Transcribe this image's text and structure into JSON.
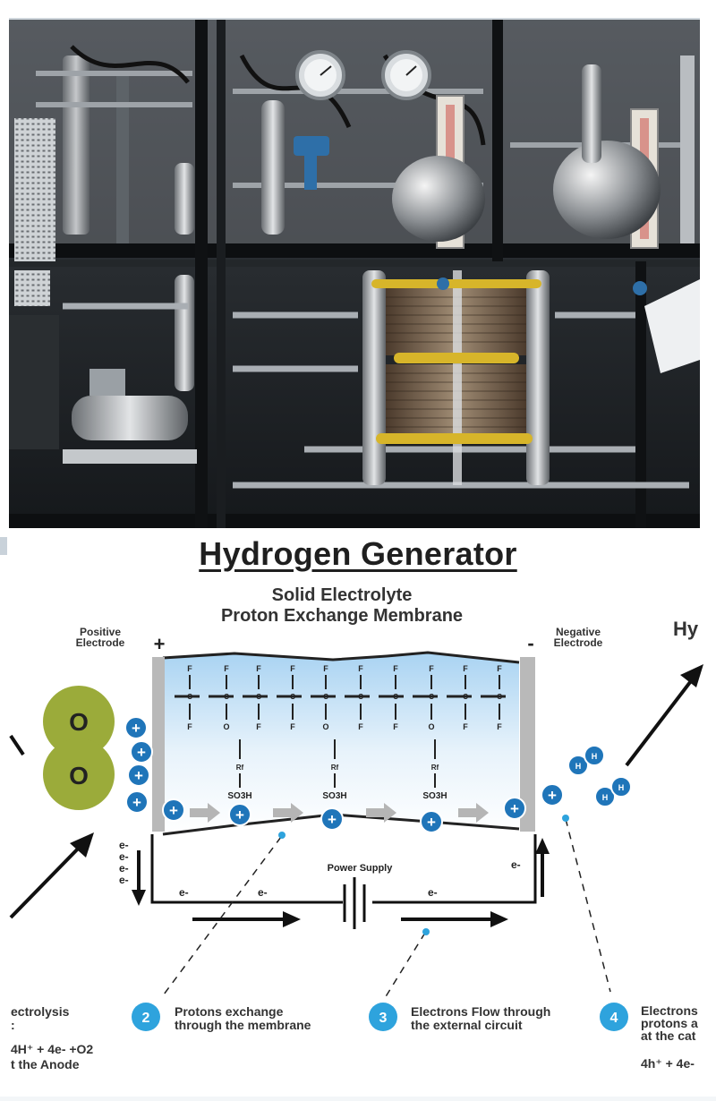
{
  "page": {
    "title": "Hydrogen Generator",
    "photo_alt": "Industrial hydrogen electrolyzer system with pressure gauges, piping and electrolyzer stacks"
  },
  "diagram": {
    "header_line1": "Solid Electrolyte",
    "header_line2": "Proton Exchange Membrane",
    "positive_label_1": "Positive",
    "positive_label_2": "Electrode",
    "plus_sign": "+",
    "negative_label_1": "Negative",
    "negative_label_2": "Electrode",
    "minus_sign": "-",
    "h2_partial": "Hy",
    "oxygen_atom": "O",
    "hydrogen_atom": "H",
    "ion_plus": "+",
    "fluorine": "F",
    "carbon": "C",
    "oxygen_small": "O",
    "rf": "Rf",
    "so3h": "SO3H",
    "power_supply": "Power Supply",
    "electron": "e-",
    "colors": {
      "accent_blue": "#1f75b9",
      "step_cyan": "#2ea3dd",
      "oxygen_green": "#9bab3a",
      "membrane_top": "#b8dbf5",
      "electrode_gray": "#b9b9b9"
    },
    "steps": [
      {
        "number": "",
        "line1": "ectrolysis",
        "line2": ":",
        "line3": "4H⁺ + 4e- +O2",
        "line4": "t the Anode"
      },
      {
        "number": "2",
        "line1": "Protons exchange",
        "line2": "through the membrane"
      },
      {
        "number": "3",
        "line1": "Electrons Flow through",
        "line2": "the external circuit"
      },
      {
        "number": "4",
        "line1": "Electrons",
        "line2": "protons a",
        "line3": "at the cat",
        "line4": "4h⁺ + 4e-"
      }
    ]
  }
}
